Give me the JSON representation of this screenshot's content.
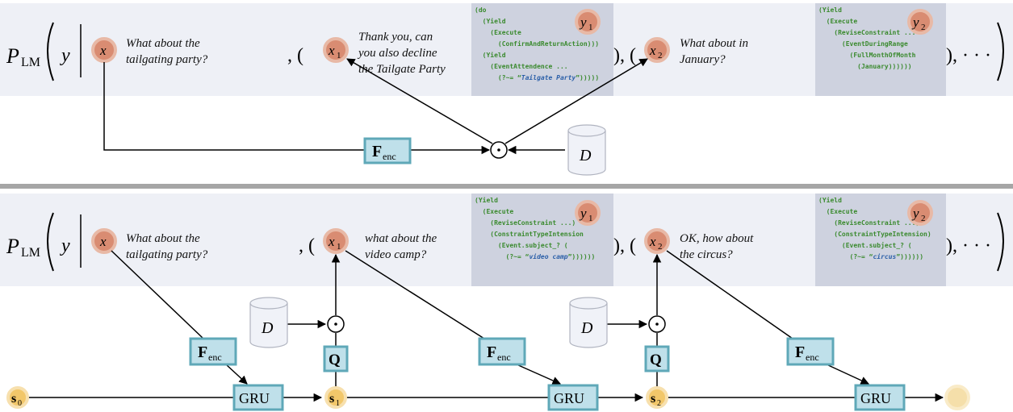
{
  "top": {
    "plm": "P",
    "plm_sub": "LM",
    "y": "y",
    "x": "x",
    "x1": "x",
    "x1_sub": "1",
    "x2": "x",
    "x2_sub": "2",
    "y1": "y",
    "y1_sub": "1",
    "y2": "y",
    "y2_sub": "2",
    "utt0_l1": "What about the",
    "utt0_l2": "tailgating party?",
    "utt1_l1": "Thank you, can",
    "utt1_l2": "you also decline",
    "utt1_l3": "the Tailgate Party",
    "utt2_l1": "What about in",
    "utt2_l2": "January?",
    "code1": [
      "(do",
      "  (Yield",
      "    (Execute",
      "      (ConfirmAndReturnAction)))",
      "  (Yield",
      "    (EventAttendence ...",
      "      (?~= “"
    ],
    "code1_str": "Tailgate Party",
    "code1_end": "”)))))",
    "code2": [
      "(Yield",
      "  (Execute",
      "    (ReviseConstraint ...",
      "      (EventDuringRange",
      "        (FullMonthOfMonth",
      "          (January))))))"
    ],
    "punct_open": ", (",
    "punct_mid": "), (",
    "punct_end": "), · · ·",
    "fenc": "F",
    "fenc_sub": "enc",
    "db": "D",
    "odot": "⊙"
  },
  "bottom": {
    "utt0_l1": "What about the",
    "utt0_l2": "tailgating party?",
    "utt1_l1": "what about the",
    "utt1_l2": "video camp?",
    "utt2_l1": "OK, how about",
    "utt2_l2": "the circus?",
    "code1": [
      "(Yield",
      "  (Execute",
      "    (ReviseConstraint ...)",
      "    (ConstraintTypeIntension",
      "      (Event.subject_? (",
      "        (?~= “"
    ],
    "code1_str": "video camp",
    "code1_end": "”))))))",
    "code2": [
      "(Yield",
      "  (Execute",
      "    (ReviseConstraint ...)",
      "    (ConstraintTypeIntension)",
      "      (Event.subject_? (",
      "        (?~= “"
    ],
    "code2_str": "circus",
    "code2_end": "”))))))",
    "gru": "GRU",
    "q": "Q",
    "s": "s",
    "s0_sub": "0",
    "s1_sub": "1",
    "s2_sub": "2"
  },
  "colors": {
    "band": "#eef0f6",
    "code_bg": "#ced2df",
    "code_green": "#3a8a2e",
    "code_blue": "#2b5fa8",
    "x_node_fill": "#d98c72",
    "x_node_stroke": "#e8b9a6",
    "s_node_fill": "#f2c76a",
    "s_node_stroke": "#f7e0ae",
    "box_fill": "#bfe0ea",
    "box_stroke": "#5fa8b8",
    "db_fill": "#f0f2f8"
  }
}
